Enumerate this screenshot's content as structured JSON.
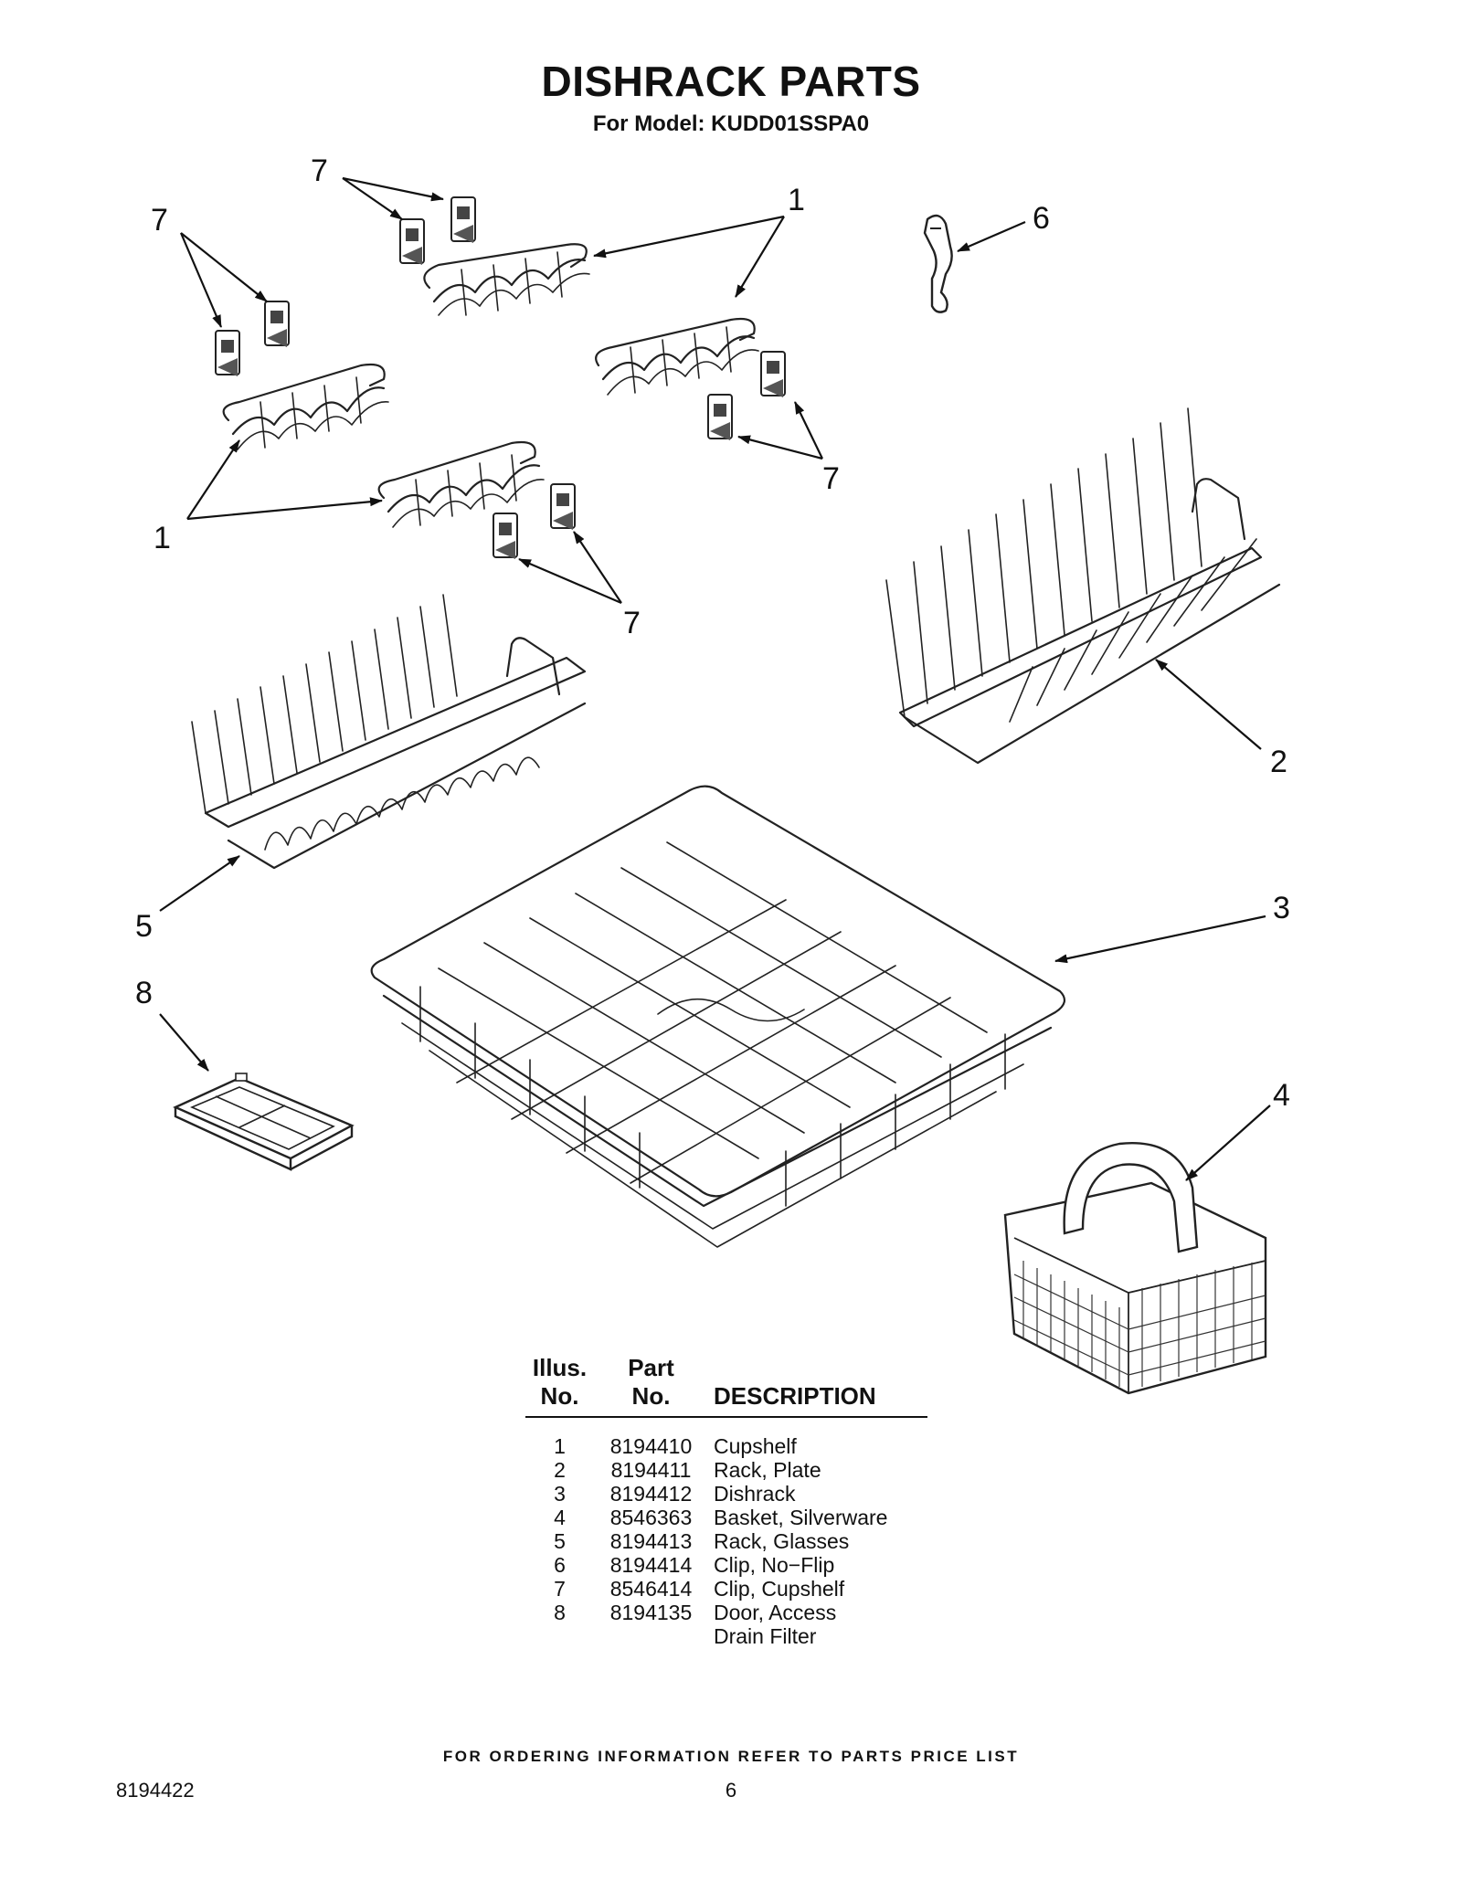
{
  "header": {
    "title": "DISHRACK PARTS",
    "subtitle": "For Model: KUDD01SSPA0"
  },
  "callouts": {
    "c1a": "1",
    "c1b": "1",
    "c2": "2",
    "c3": "3",
    "c4": "4",
    "c5": "5",
    "c6": "6",
    "c7a": "7",
    "c7b": "7",
    "c7c": "7",
    "c7d": "7",
    "c8": "8"
  },
  "table": {
    "headers": {
      "illus_line1": "Illus.",
      "illus_line2": "No.",
      "part_line1": "Part",
      "part_line2": "No.",
      "description": "DESCRIPTION"
    },
    "rows": [
      {
        "illus": "1",
        "part": "8194410",
        "description": "Cupshelf"
      },
      {
        "illus": "2",
        "part": "8194411",
        "description": "Rack, Plate"
      },
      {
        "illus": "3",
        "part": "8194412",
        "description": "Dishrack"
      },
      {
        "illus": "4",
        "part": "8546363",
        "description": "Basket, Silverware"
      },
      {
        "illus": "5",
        "part": "8194413",
        "description": "Rack, Glasses"
      },
      {
        "illus": "6",
        "part": "8194414",
        "description": "Clip, No−Flip"
      },
      {
        "illus": "7",
        "part": "8546414",
        "description": "Clip, Cupshelf"
      },
      {
        "illus": "8",
        "part": "8194135",
        "description": "Door, Access"
      },
      {
        "illus": "",
        "part": "",
        "description": "Drain Filter"
      }
    ]
  },
  "footer": {
    "note": "FOR ORDERING INFORMATION REFER TO PARTS PRICE LIST",
    "doc_number": "8194422",
    "page_number": "6"
  }
}
